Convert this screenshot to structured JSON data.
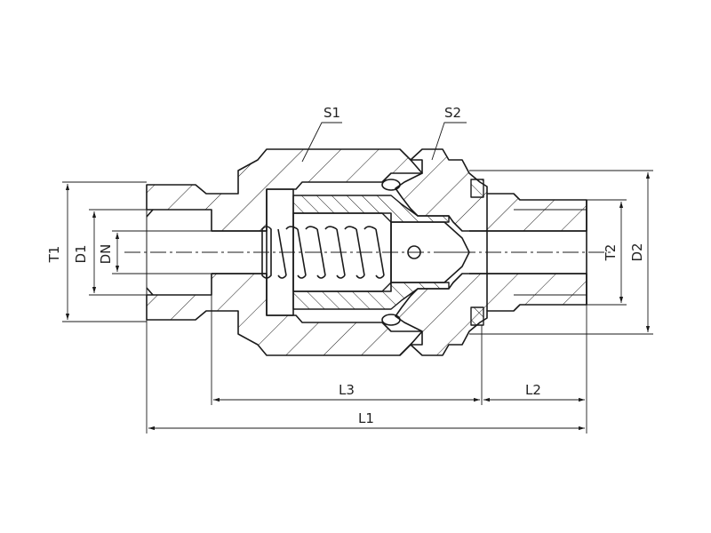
{
  "labels": {
    "s1": "S1",
    "s2": "S2",
    "t1": "T1",
    "d1": "D1",
    "dn": "DN",
    "t2": "T2",
    "d2": "D2",
    "l1": "L1",
    "l2": "L2",
    "l3": "L3"
  }
}
